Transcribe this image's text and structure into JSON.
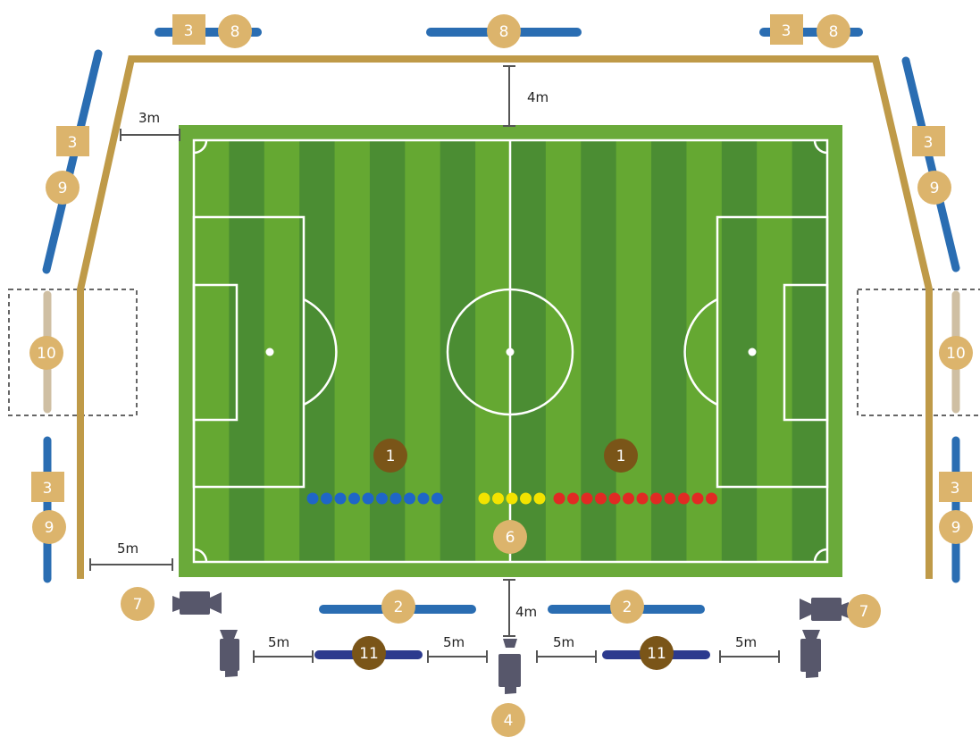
{
  "colors": {
    "pitch_border": "#6aaa3a",
    "stripe_light": "#65a832",
    "stripe_dark": "#4b8d33",
    "perimeter": "#bf9a48",
    "blue_bar": "#2a6db2",
    "navy_bar": "#2c3a8e",
    "tan_bar": "#cfbfa3",
    "badge_light": "#dcb46c",
    "badge_dark": "#7a5518",
    "badge_square": "#dcb46c",
    "camera": "#57576b",
    "dim_line": "#555555",
    "team_blue": "#1f66c7",
    "team_yellow": "#f3e300",
    "team_red": "#e12a24"
  },
  "measurements": {
    "top_gap": "4m",
    "corner_gap": "3m",
    "side_gap": "5m",
    "bottom_gap": "4m",
    "camera_gap": "5m"
  },
  "markers": {
    "players": "1",
    "bench": "2",
    "advert": "3",
    "main_camera": "4",
    "referee": "6",
    "side_camera": "7",
    "top_stand": "8",
    "side_stand": "9",
    "dugout": "10",
    "photographer": "11"
  },
  "lineup": {
    "blue_count": 10,
    "yellow_count": 5,
    "red_count": 12
  }
}
